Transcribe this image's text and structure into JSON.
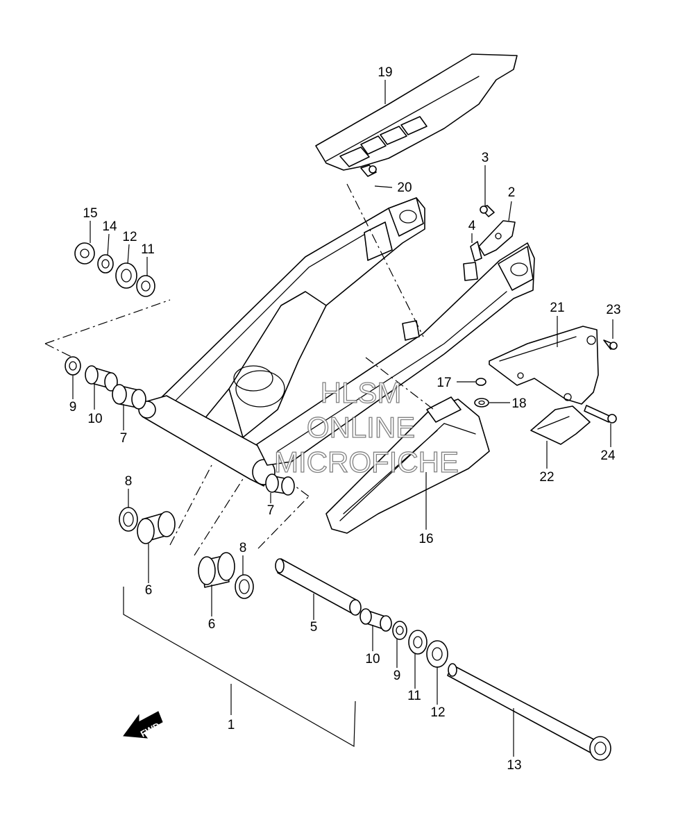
{
  "diagram": {
    "labels": {
      "p1": "1",
      "p2": "2",
      "p3": "3",
      "p4": "4",
      "p5": "5",
      "p6a": "6",
      "p6b": "6",
      "p7a": "7",
      "p7b": "7",
      "p8a": "8",
      "p8b": "8",
      "p9a": "9",
      "p9b": "9",
      "p10a": "10",
      "p10b": "10",
      "p11a": "11",
      "p11b": "11",
      "p12a": "12",
      "p12b": "12",
      "p13": "13",
      "p14": "14",
      "p15": "15",
      "p16": "16",
      "p17": "17",
      "p18": "18",
      "p19": "19",
      "p20": "20",
      "p21": "21",
      "p22": "22",
      "p23": "23",
      "p24": "24"
    },
    "fwd_badge": "FWD",
    "watermark": [
      "HLSM",
      "ONLINE",
      "MICROFICHE"
    ]
  }
}
